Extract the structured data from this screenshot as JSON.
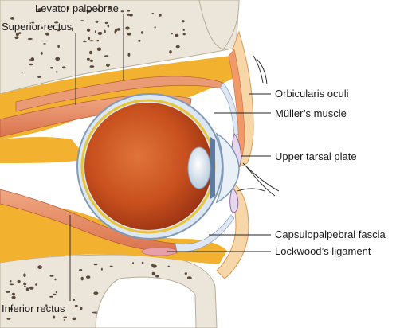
{
  "labels": {
    "levator_palpebrae": "Levator palpebrae",
    "superior_rectus": "Superior rectus",
    "orbicularis_oculi": "Orbicularis oculi",
    "mullers_muscle": "Müller’s muscle",
    "upper_tarsal_plate": "Upper tarsal plate",
    "capsulopalpebral_fascia": "Capsulopalpebral fascia",
    "lockwoods_ligament": "Lockwood’s ligament",
    "inferior_rectus": "Inferior rectus"
  },
  "colors": {
    "bone": "#ece6da",
    "bone_pore": "#5b4a3a",
    "fat": "#f2b230",
    "muscle": "#e58a63",
    "sclera": "#dde7f1",
    "globe_interior": "#c8501e",
    "lens": "#e8f0f8",
    "skin": "#f7d7a8"
  }
}
